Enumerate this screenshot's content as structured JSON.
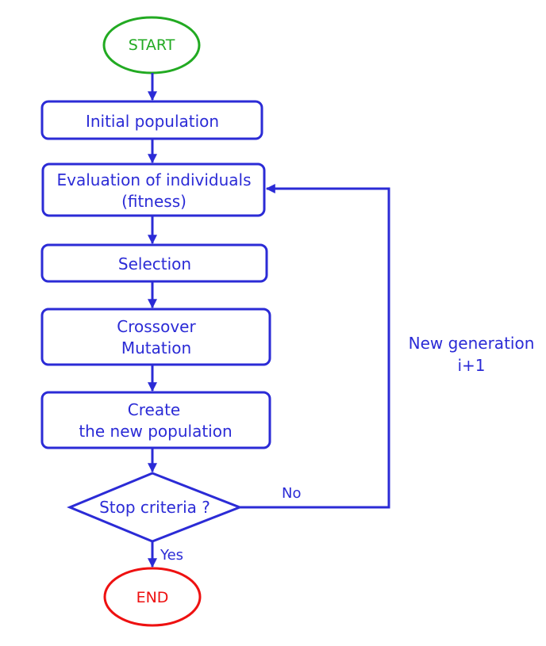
{
  "colors": {
    "flow": "#2b2bd6",
    "start": "#22aa22",
    "end": "#ee1111",
    "background": "#ffffff"
  },
  "nodes": {
    "start": "START",
    "initial": "Initial population",
    "evaluation": [
      "Evaluation of individuals",
      "(fitness)"
    ],
    "selection": "Selection",
    "crossover": [
      "Crossover",
      "Mutation"
    ],
    "create": [
      "Create",
      "the new population"
    ],
    "decision": "Stop criteria ?",
    "end": "END"
  },
  "edges": {
    "yes": "Yes",
    "no": "No",
    "loop": [
      "New generation",
      "i+1"
    ]
  }
}
